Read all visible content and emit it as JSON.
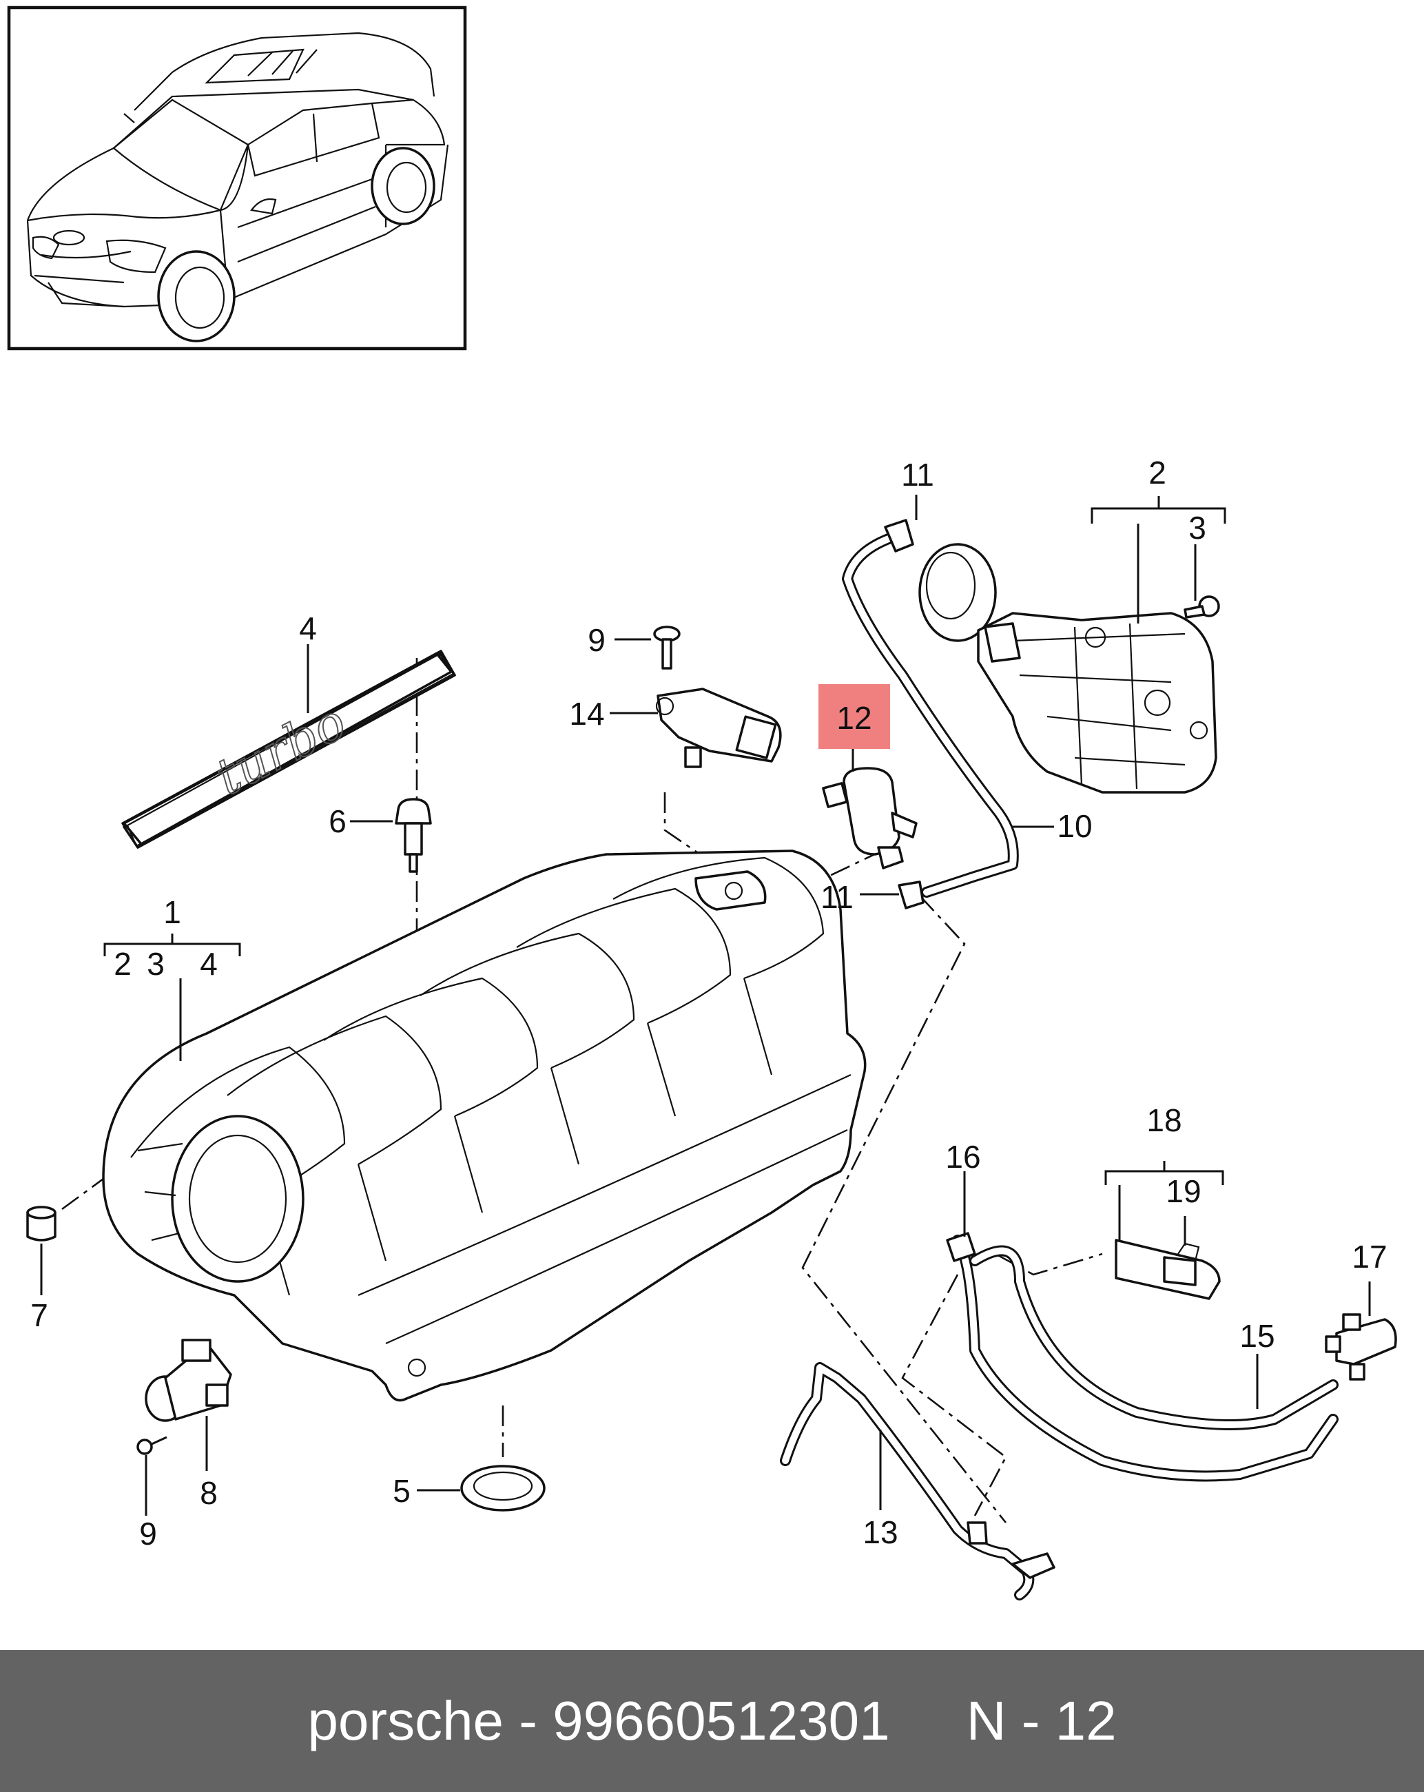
{
  "callouts": {
    "c1": "1",
    "c2": "2",
    "c3": "3",
    "c4": "4",
    "c5": "5",
    "c6": "6",
    "c7": "7",
    "c8": "8",
    "c9": "9",
    "c10": "10",
    "c11": "11",
    "c12": "12",
    "c13": "13",
    "c14": "14",
    "c15": "15",
    "c16": "16",
    "c17": "17",
    "c18": "18",
    "c19": "19",
    "group1_sub": [
      "2",
      "3",
      "4"
    ],
    "group18_sub": "19",
    "group2_sub": "3"
  },
  "engine_cover_text": "turbo",
  "highlight": {
    "label": "12",
    "color": "#f08080"
  },
  "colors": {
    "footer_bg": "#636363",
    "footer_text": "#ffffff",
    "line": "#111111"
  },
  "footer": {
    "brand": "porsche",
    "separator": " - ",
    "part_number": "99660512301",
    "diagram_ref": "N - 12"
  }
}
